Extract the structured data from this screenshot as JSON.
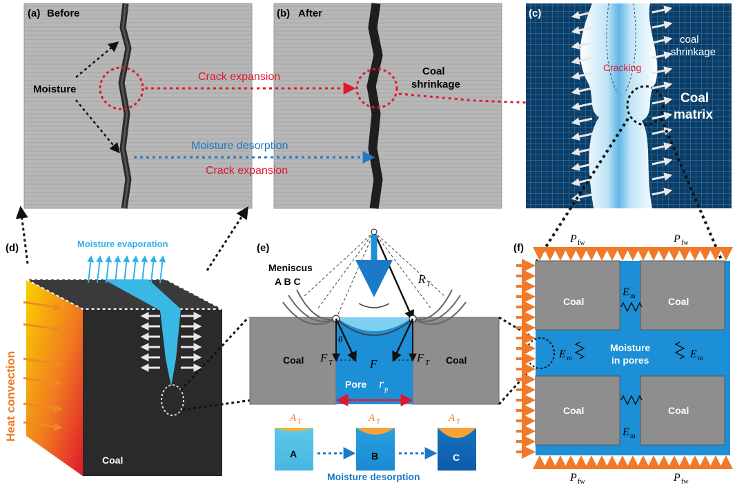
{
  "panel_a": {
    "tag": "(a)",
    "title": "Before",
    "moisture": "Moisture"
  },
  "panel_b": {
    "tag": "(b)",
    "title": "After",
    "coal_shrinkage_1": "Coal",
    "coal_shrinkage_2": "shrinkage"
  },
  "panel_ab": {
    "crack_expansion_top": "Crack expansion",
    "moisture_desorption": "Moisture desorption",
    "crack_expansion_bottom": "Crack expansion"
  },
  "panel_c": {
    "tag": "(c)",
    "cracking": "Cracking",
    "coal_shrinkage_1": "coal",
    "coal_shrinkage_2": "shrinkage",
    "coal_matrix_1": "Coal",
    "coal_matrix_2": "matrix"
  },
  "panel_d": {
    "tag": "(d)",
    "moisture_evaporation": "Moisture evaporation",
    "heat_convection": "Heat convection",
    "coal": "Coal"
  },
  "panel_e": {
    "tag": "(e)",
    "meniscus": "Meniscus",
    "abc": "A  B  C",
    "coal_left": "Coal",
    "coal_right": "Coal",
    "theta": "θ",
    "ft_left": "F",
    "ft_sub": "T",
    "f": "F",
    "ft_right": "F",
    "rt": "R",
    "rt_sub": "T",
    "pore": "Pore",
    "rp": "r",
    "rp_sub": "p",
    "at": "A",
    "at_sub": "T",
    "stage_a": "A",
    "stage_b": "B",
    "stage_c": "C",
    "moisture_desorption": "Moisture desorption"
  },
  "panel_f": {
    "tag": "(f)",
    "pfw": "P",
    "pfw_sub": "fw",
    "em": "E",
    "em_sub": "m",
    "coal": "Coal",
    "moisture_in_pores_1": "Moisture",
    "moisture_in_pores_2": "in pores"
  },
  "colors": {
    "red_dots": "#e0182d",
    "blue_dots": "#1b79c8",
    "water": "#1d8fd6",
    "coal_gray": "#8e8e8e",
    "orange_arrow": "#f07a2a",
    "heat": "#f7c200"
  }
}
